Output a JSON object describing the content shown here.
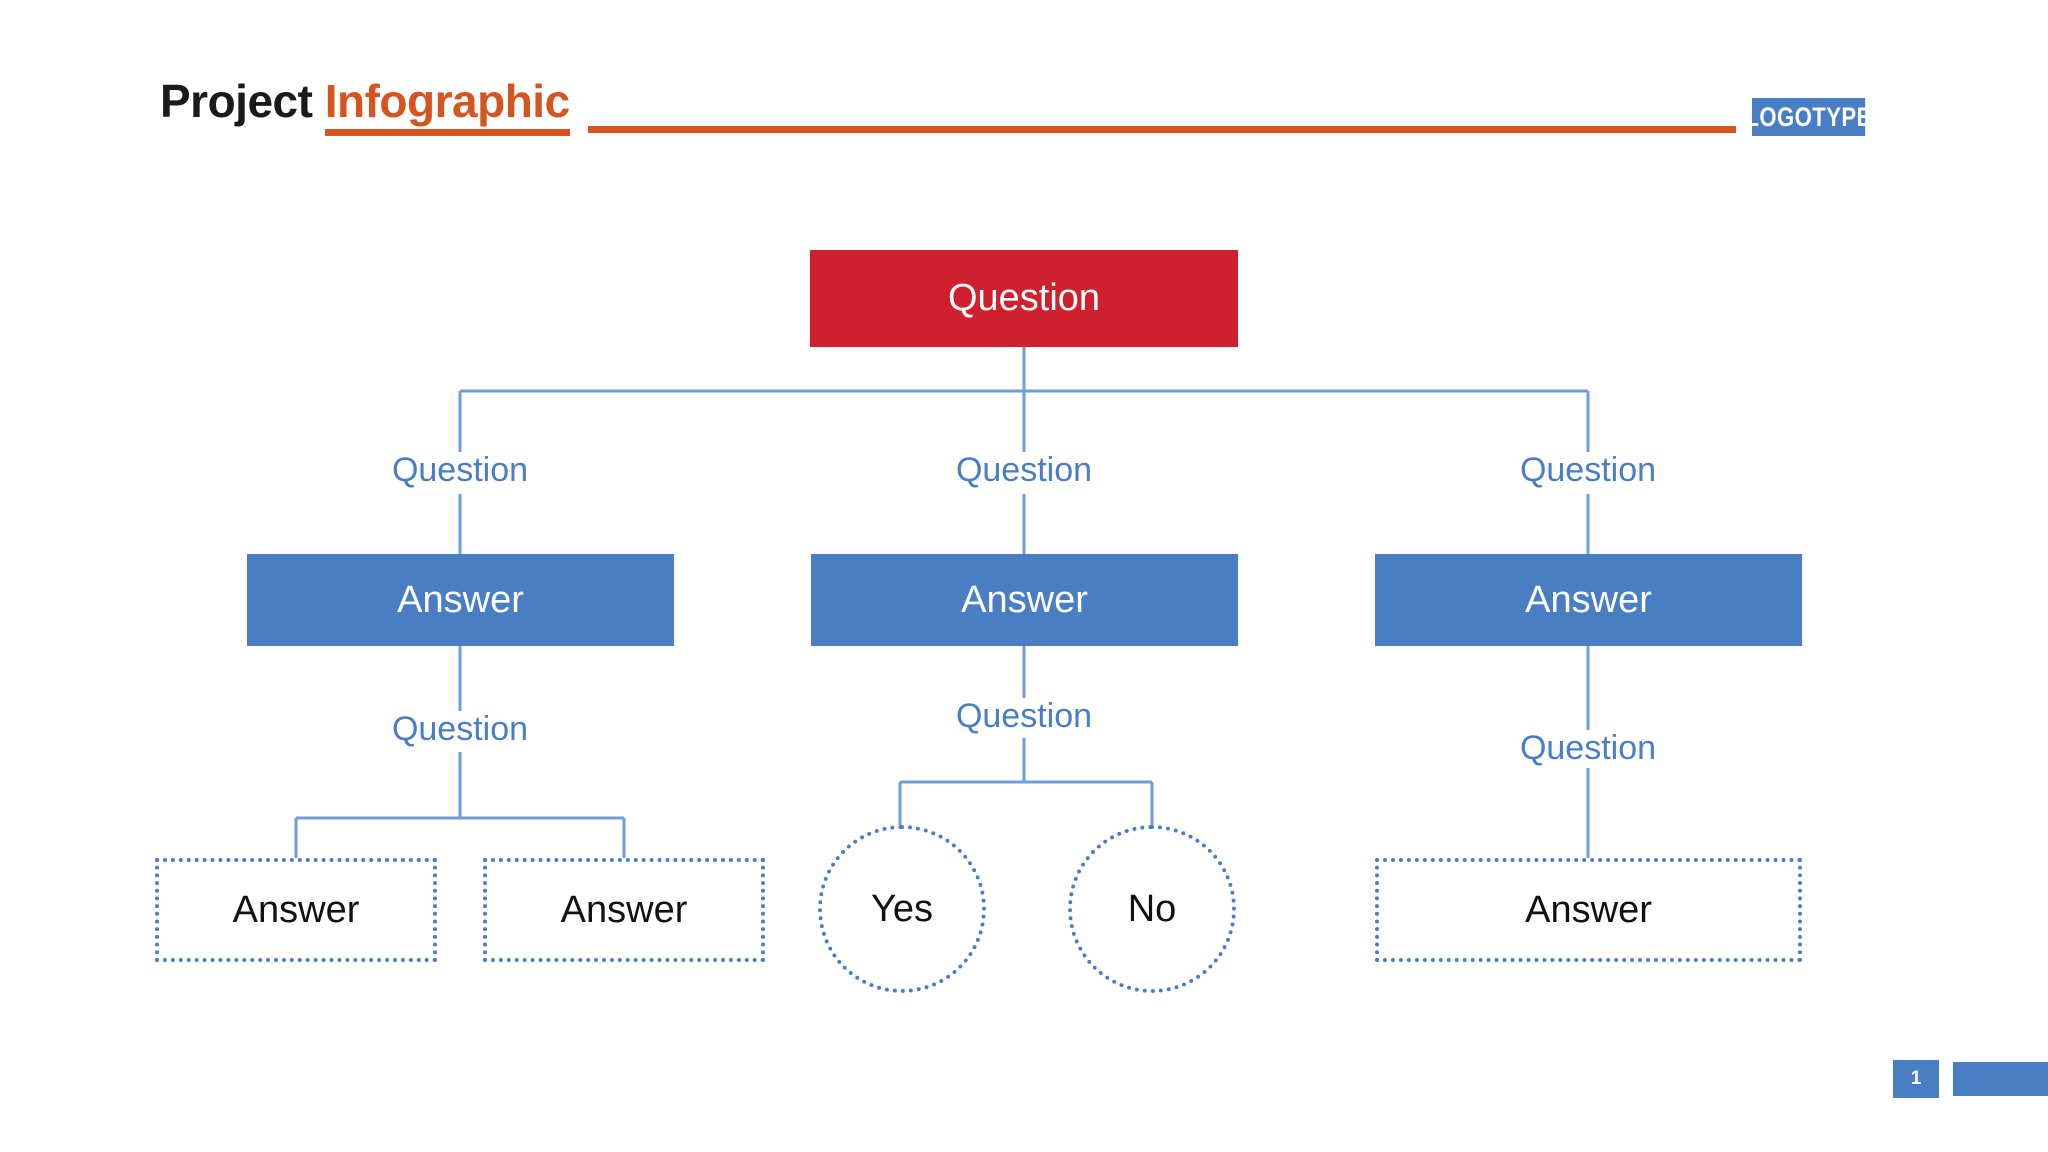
{
  "header": {
    "title_part1": "Project",
    "title_part2": "Infographic",
    "logotype": "LOGOTYPE",
    "accent_orange": "#d4551f",
    "accent_blue": "#4a7ec4"
  },
  "footer": {
    "page_number": "1"
  },
  "diagram": {
    "type": "decision-tree",
    "colors": {
      "root_red": "#d0202e",
      "node_blue": "#4a7ec4",
      "connector_blue": "#6f9ed6",
      "text_dark": "#111111",
      "text_white": "#ffffff"
    },
    "root": {
      "label": "Question"
    },
    "level1_labels": [
      {
        "label": "Question"
      },
      {
        "label": "Question"
      },
      {
        "label": "Question"
      }
    ],
    "level1_nodes": [
      {
        "label": "Answer"
      },
      {
        "label": "Answer"
      },
      {
        "label": "Answer"
      }
    ],
    "level2_labels": [
      {
        "label": "Question"
      },
      {
        "label": "Question"
      },
      {
        "label": "Question"
      }
    ],
    "leaves": {
      "left": [
        {
          "label": "Answer",
          "shape": "dotted-rect"
        },
        {
          "label": "Answer",
          "shape": "dotted-rect"
        }
      ],
      "middle": [
        {
          "label": "Yes",
          "shape": "dotted-circle"
        },
        {
          "label": "No",
          "shape": "dotted-circle"
        }
      ],
      "right": [
        {
          "label": "Answer",
          "shape": "dotted-rect"
        }
      ]
    }
  }
}
